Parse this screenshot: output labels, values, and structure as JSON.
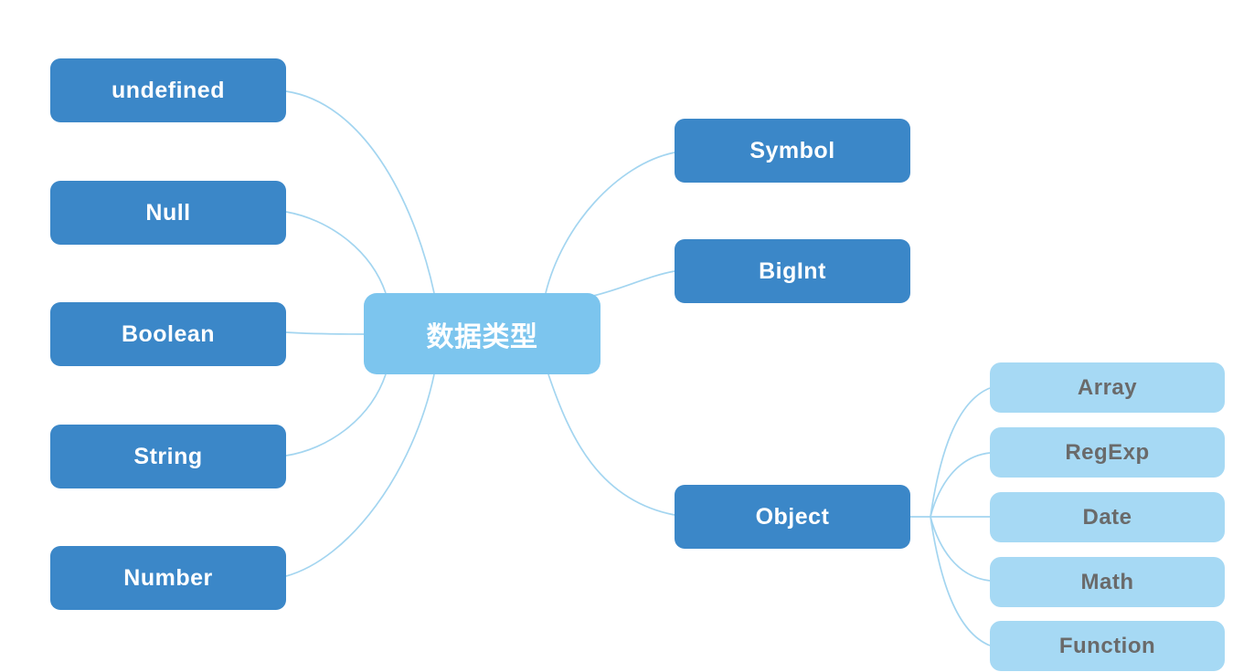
{
  "diagram": {
    "type": "mindmap",
    "root": {
      "label": "数据类型"
    },
    "left_branches": [
      {
        "label": "undefined"
      },
      {
        "label": "Null"
      },
      {
        "label": "Boolean"
      },
      {
        "label": "String"
      },
      {
        "label": "Number"
      }
    ],
    "right_branches": [
      {
        "label": "Symbol"
      },
      {
        "label": "BigInt"
      },
      {
        "label": "Object"
      }
    ],
    "object_children": [
      {
        "label": "Array"
      },
      {
        "label": "RegExp"
      },
      {
        "label": "Date"
      },
      {
        "label": "Math"
      },
      {
        "label": "Function"
      }
    ],
    "colors": {
      "primary_node_fill": "#3b87c8",
      "root_node_fill": "#7cc5ee",
      "child_node_fill": "#a6d9f4",
      "connector_stroke": "#a3d5f0",
      "primary_text": "#ffffff",
      "child_text": "#6a6a6a",
      "background": "#ffffff"
    }
  }
}
